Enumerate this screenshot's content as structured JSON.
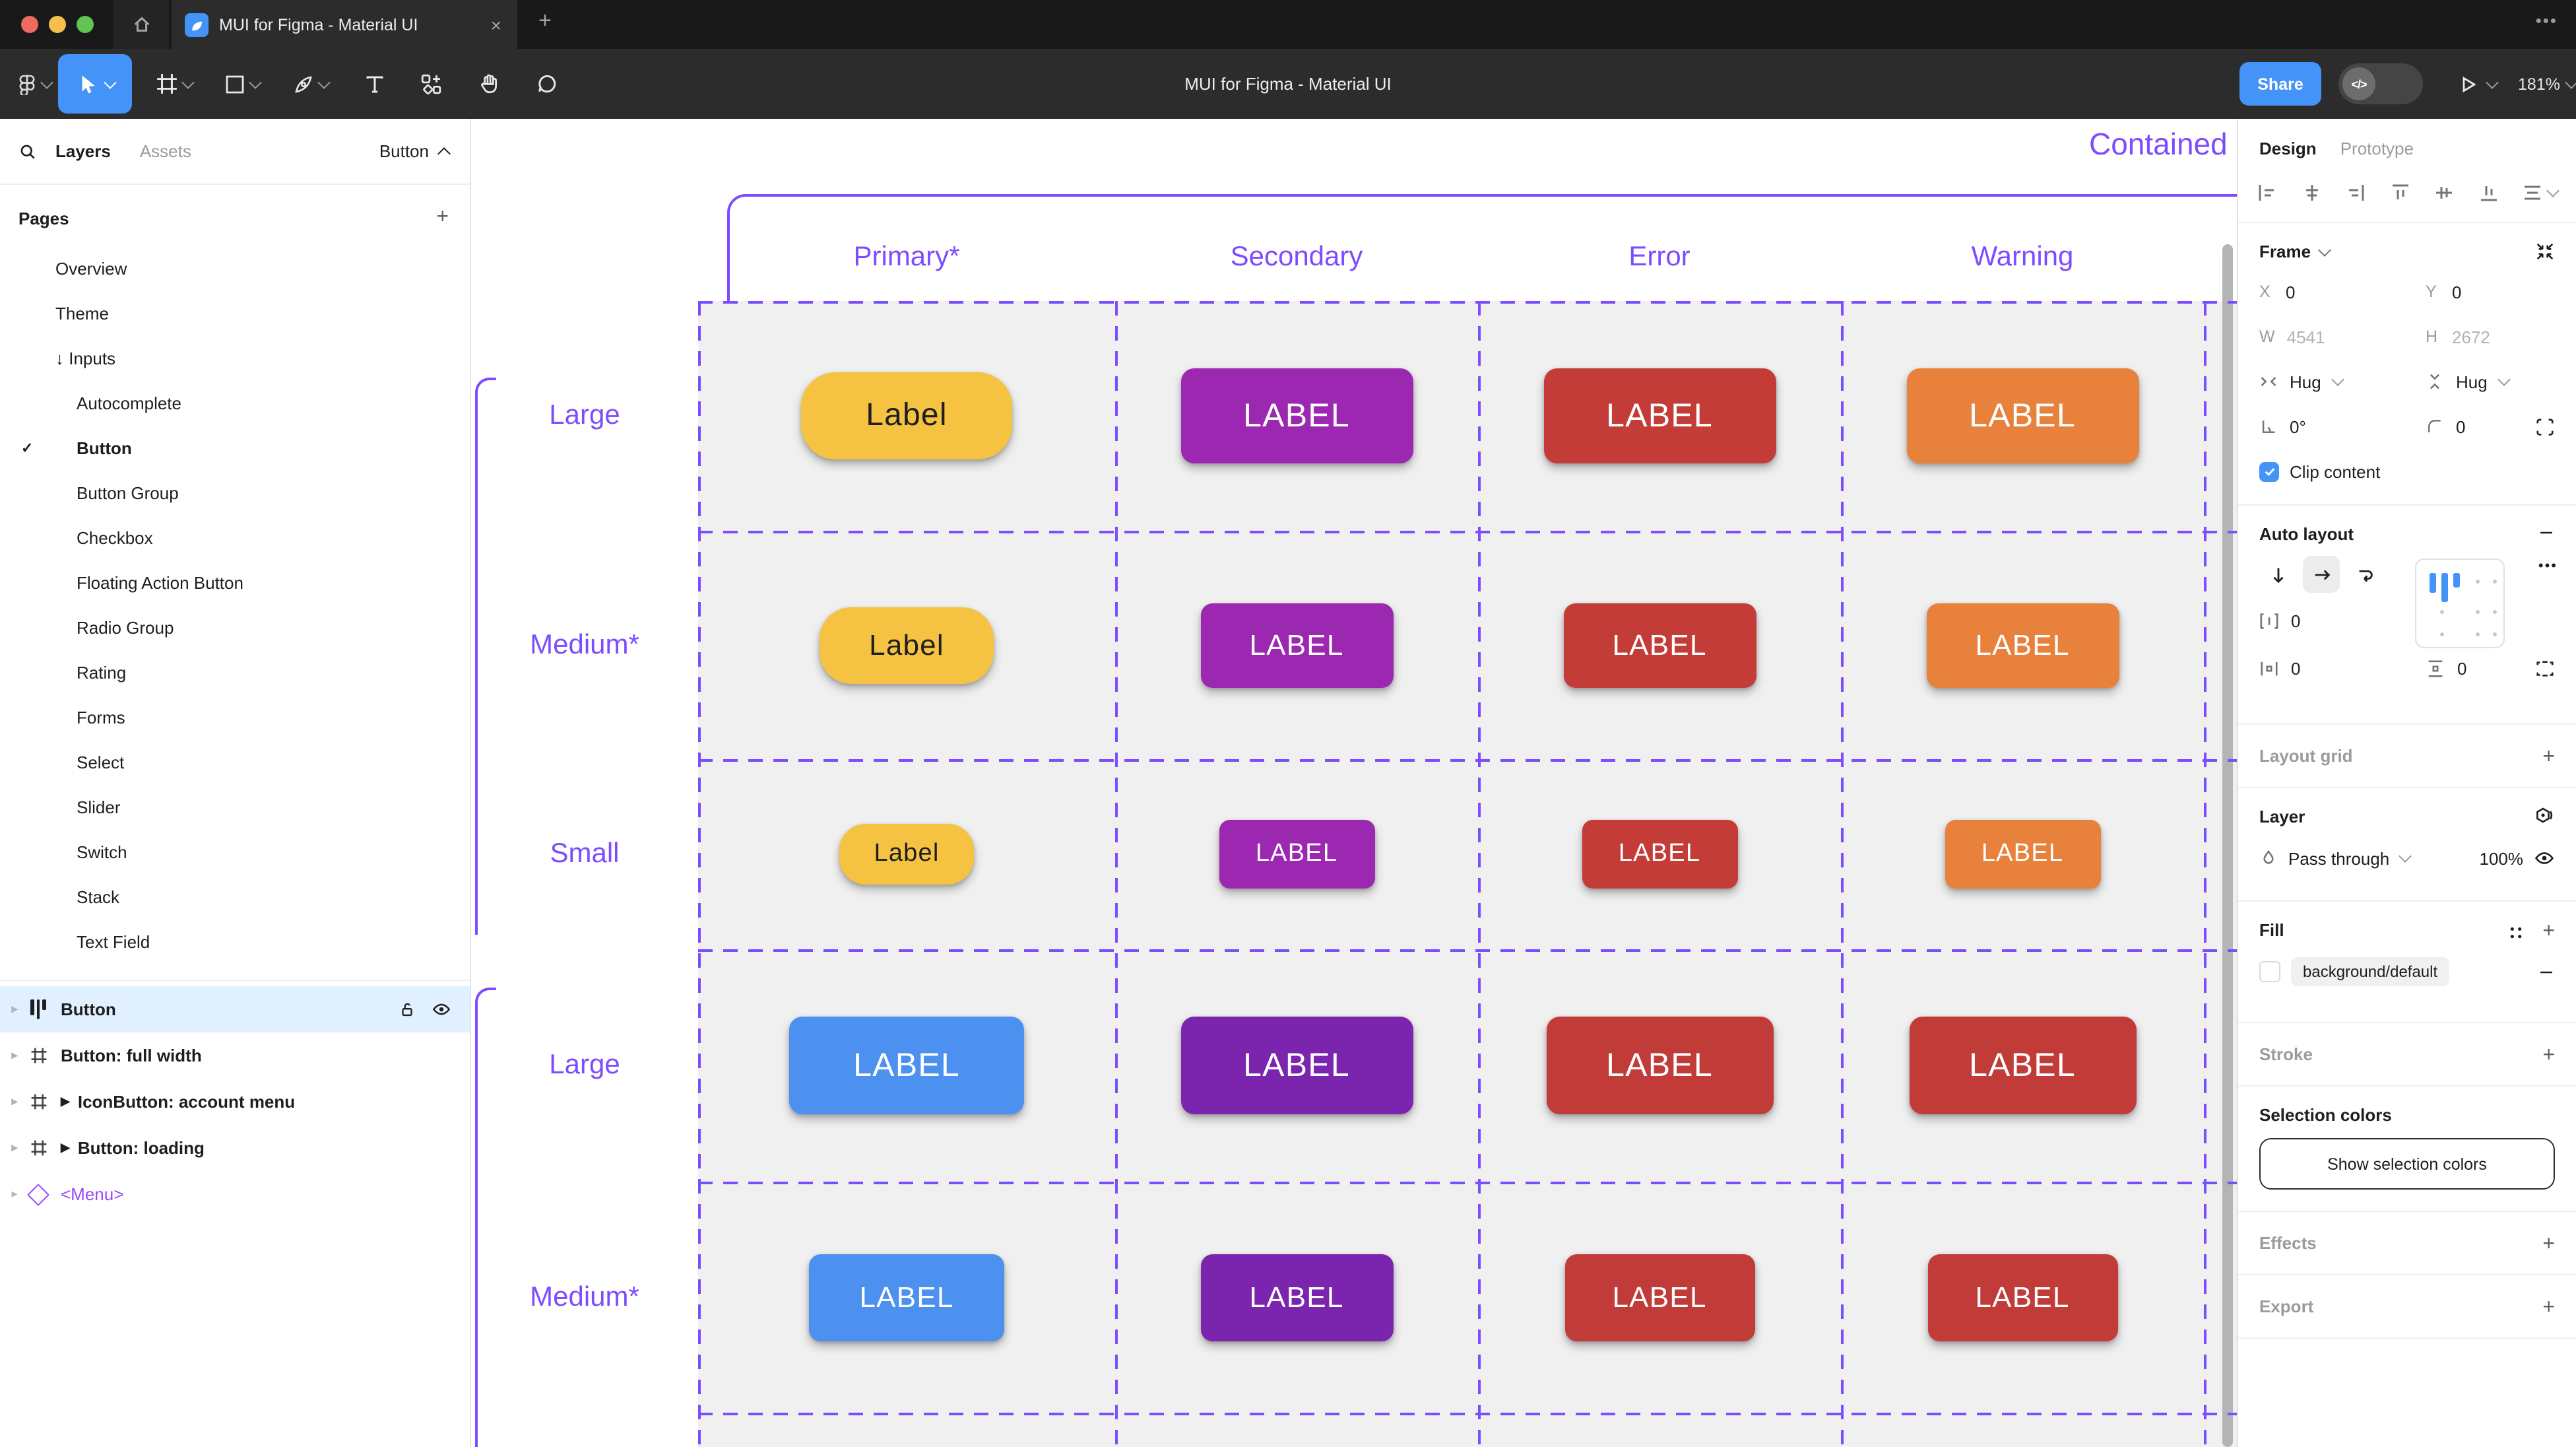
{
  "window": {
    "tab_title": "MUI for Figma - Material UI",
    "close_glyph": "×",
    "new_tab_glyph": "+",
    "overflow_glyph": "•••"
  },
  "toolbar": {
    "document_title": "MUI for Figma - Material UI",
    "share_label": "Share",
    "dev_toggle_glyph": "</>",
    "zoom_level": "181%"
  },
  "colors": {
    "accent_blue": "#4493f8",
    "annotation_purple": "#7c4dff",
    "component_purple": "#9747ff",
    "selected_row_bg": "#e1f0ff",
    "grid_cell_bg": "#f0f0f0"
  },
  "sidebar": {
    "tab_layers": "Layers",
    "tab_assets": "Assets",
    "page_selector": "Button",
    "pages_header": "Pages",
    "add_glyph": "+",
    "pages": [
      {
        "label": "Overview",
        "level": 1
      },
      {
        "label": "Theme",
        "level": 1
      },
      {
        "label": "Inputs",
        "level": 1,
        "prefix": "↓"
      },
      {
        "label": "Autocomplete",
        "level": 2
      },
      {
        "label": "Button",
        "level": 2,
        "active": true,
        "check": "✓"
      },
      {
        "label": "Button Group",
        "level": 2
      },
      {
        "label": "Checkbox",
        "level": 2
      },
      {
        "label": "Floating Action Button",
        "level": 2
      },
      {
        "label": "Radio Group",
        "level": 2
      },
      {
        "label": "Rating",
        "level": 2
      },
      {
        "label": "Forms",
        "level": 2
      },
      {
        "label": "Select",
        "level": 2
      },
      {
        "label": "Slider",
        "level": 2
      },
      {
        "label": "Switch",
        "level": 2
      },
      {
        "label": "Stack",
        "level": 2
      },
      {
        "label": "Text Field",
        "level": 2
      }
    ],
    "layers": [
      {
        "label": "Button",
        "icon": "autolayout",
        "selected": true
      },
      {
        "label": "Button: full width",
        "icon": "frame"
      },
      {
        "label": "IconButton: account menu",
        "icon": "frame",
        "expand": "▶"
      },
      {
        "label": "Button: loading",
        "icon": "frame",
        "expand": "▶"
      },
      {
        "label": "<Menu>",
        "icon": "diamond",
        "purple": true
      }
    ]
  },
  "canvas": {
    "frame_title": "Contained",
    "columns": [
      "Primary*",
      "Secondary",
      "Error",
      "Warning"
    ],
    "rows": [
      {
        "label": "Large",
        "buttons": [
          {
            "text": "Label",
            "bg": "#f5c242",
            "fg": "#1f1f1f",
            "w": 160,
            "h": 66,
            "r": 26,
            "fs": 24
          },
          {
            "text": "LABEL",
            "bg": "#9c27b0",
            "fg": "#ffffff",
            "w": 176,
            "h": 72,
            "r": 10,
            "fs": 25
          },
          {
            "text": "LABEL",
            "bg": "#c33c38",
            "fg": "#ffffff",
            "w": 176,
            "h": 72,
            "r": 10,
            "fs": 25
          },
          {
            "text": "LABEL",
            "bg": "#e8813c",
            "fg": "#ffffff",
            "w": 176,
            "h": 72,
            "r": 10,
            "fs": 25
          }
        ]
      },
      {
        "label": "Medium*",
        "buttons": [
          {
            "text": "Label",
            "bg": "#f5c242",
            "fg": "#1f1f1f",
            "w": 132,
            "h": 58,
            "r": 24,
            "fs": 22
          },
          {
            "text": "LABEL",
            "bg": "#9c27b0",
            "fg": "#ffffff",
            "w": 146,
            "h": 64,
            "r": 9,
            "fs": 22
          },
          {
            "text": "LABEL",
            "bg": "#c33c38",
            "fg": "#ffffff",
            "w": 146,
            "h": 64,
            "r": 9,
            "fs": 22
          },
          {
            "text": "LABEL",
            "bg": "#e8813c",
            "fg": "#ffffff",
            "w": 146,
            "h": 64,
            "r": 9,
            "fs": 22
          }
        ]
      },
      {
        "label": "Small",
        "buttons": [
          {
            "text": "Label",
            "bg": "#f5c242",
            "fg": "#1f1f1f",
            "w": 102,
            "h": 46,
            "r": 20,
            "fs": 19
          },
          {
            "text": "LABEL",
            "bg": "#9c27b0",
            "fg": "#ffffff",
            "w": 118,
            "h": 52,
            "r": 8,
            "fs": 19
          },
          {
            "text": "LABEL",
            "bg": "#c33c38",
            "fg": "#ffffff",
            "w": 118,
            "h": 52,
            "r": 8,
            "fs": 19
          },
          {
            "text": "LABEL",
            "bg": "#e8813c",
            "fg": "#ffffff",
            "w": 118,
            "h": 52,
            "r": 8,
            "fs": 19
          }
        ]
      },
      {
        "label": "Large",
        "buttons": [
          {
            "text": "LABEL",
            "bg": "#4c90f0",
            "fg": "#ffffff",
            "w": 178,
            "h": 74,
            "r": 10,
            "fs": 25
          },
          {
            "text": "LABEL",
            "bg": "#7b24ae",
            "fg": "#ffffff",
            "w": 176,
            "h": 74,
            "r": 10,
            "fs": 25
          },
          {
            "text": "LABEL",
            "bg": "#c13b38",
            "fg": "#ffffff",
            "w": 172,
            "h": 74,
            "r": 10,
            "fs": 25
          },
          {
            "text": "LABEL",
            "bg": "#c13b38",
            "fg": "#ffffff",
            "w": 172,
            "h": 74,
            "r": 10,
            "fs": 25
          }
        ]
      },
      {
        "label": "Medium*",
        "buttons": [
          {
            "text": "LABEL",
            "bg": "#4c90f0",
            "fg": "#ffffff",
            "w": 148,
            "h": 66,
            "r": 9,
            "fs": 22
          },
          {
            "text": "LABEL",
            "bg": "#7b24ae",
            "fg": "#ffffff",
            "w": 146,
            "h": 66,
            "r": 9,
            "fs": 22
          },
          {
            "text": "LABEL",
            "bg": "#c13b38",
            "fg": "#ffffff",
            "w": 144,
            "h": 66,
            "r": 9,
            "fs": 22
          },
          {
            "text": "LABEL",
            "bg": "#c13b38",
            "fg": "#ffffff",
            "w": 144,
            "h": 66,
            "r": 9,
            "fs": 22
          }
        ]
      }
    ]
  },
  "inspector": {
    "tab_design": "Design",
    "tab_prototype": "Prototype",
    "frame": {
      "title": "Frame",
      "x_label": "X",
      "x": "0",
      "y_label": "Y",
      "y": "0",
      "w_label": "W",
      "w": "4541",
      "h_label": "H",
      "h": "2672",
      "h_resize": "Hug",
      "v_resize": "Hug",
      "angle": "0°",
      "radius": "0",
      "clip_label": "Clip content"
    },
    "auto_layout": {
      "title": "Auto layout",
      "gap": "0",
      "padding_h": "0",
      "padding_v": "0",
      "more_glyph": "•••"
    },
    "layout_grid": {
      "title": "Layout grid"
    },
    "layer": {
      "title": "Layer",
      "blend_mode": "Pass through",
      "opacity": "100%"
    },
    "fill": {
      "title": "Fill",
      "token": "background/default"
    },
    "stroke": {
      "title": "Stroke"
    },
    "selection_colors": {
      "title": "Selection colors",
      "button_label": "Show selection colors"
    },
    "effects": {
      "title": "Effects"
    },
    "export": {
      "title": "Export"
    }
  }
}
